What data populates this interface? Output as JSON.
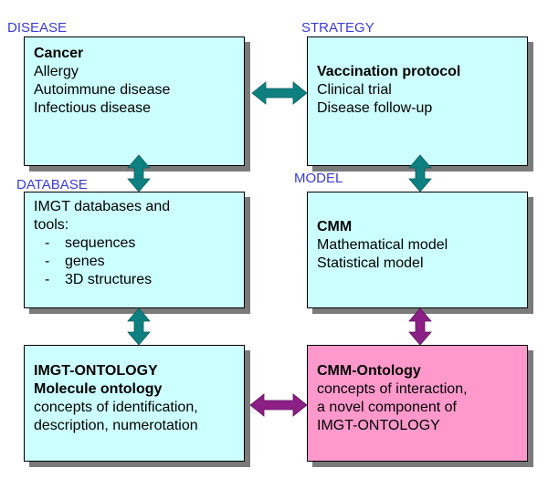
{
  "labels": {
    "disease": "DISEASE",
    "strategy": "STRATEGY",
    "database": "DATABASE",
    "model": "MODEL"
  },
  "boxes": {
    "disease": {
      "title": "Cancer",
      "lines": [
        "Allergy",
        "Autoimmune disease",
        "Infectious disease"
      ]
    },
    "strategy": {
      "title": "Vaccination protocol",
      "lines": [
        "Clinical trial",
        "Disease follow-up"
      ]
    },
    "database": {
      "intro_1": "IMGT databases and",
      "intro_2": "tools:",
      "items": [
        "sequences",
        "genes",
        "3D structures"
      ]
    },
    "model": {
      "title": "CMM",
      "lines": [
        "Mathematical model",
        "Statistical model"
      ]
    },
    "imgt_ontology": {
      "title_1": "IMGT-ONTOLOGY",
      "title_2": "Molecule ontology",
      "lines": [
        "concepts of identification,",
        "description, numerotation"
      ]
    },
    "cmm_ontology": {
      "title": "CMM-Ontology",
      "lines": [
        "concepts of interaction,",
        "a novel component of",
        "IMGT-ONTOLOGY"
      ]
    }
  },
  "colors": {
    "box_fill": "#ccffff",
    "highlight_fill": "#ff99cc",
    "teal_arrow": "#0e8080",
    "purple_arrow": "#8b1f86",
    "label_blue": "#3b3bd6"
  }
}
